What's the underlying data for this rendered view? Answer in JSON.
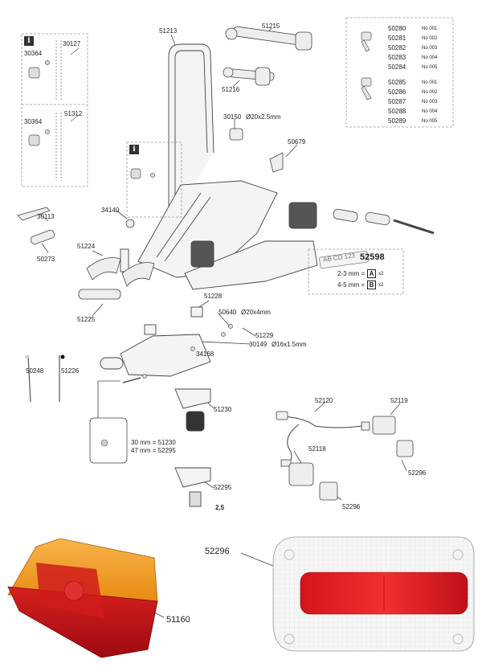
{
  "top_parts": {
    "p51213": "51213",
    "p51215": "51215",
    "p51216": "51216",
    "p30150": "30150",
    "p30150_size": "Ø20x2.5mm",
    "p50679": "50679",
    "p30127": "30127",
    "p30364a": "30364",
    "p30364b": "30364",
    "p51312": "51312",
    "p30113": "30113",
    "p50273": "50273",
    "p34140": "34140",
    "p51224": "51224",
    "p51225": "51225",
    "p51228": "51228",
    "p50640": "50640",
    "p50640_size": "Ø20x4mm",
    "p51229": "51229",
    "p30149": "30149",
    "p30149_size": "Ø16x1.5mm",
    "p34168": "34168",
    "p50248": "50248",
    "p51226": "51226",
    "p51230": "51230",
    "p52295": "52295",
    "p52120": "52120",
    "p52119": "52119",
    "p52118": "52118",
    "p52296a": "52296",
    "p52296b": "52296",
    "torque": "2,5",
    "height_a": "30 mm = 51230",
    "height_b": "47 mm = 52295"
  },
  "info_icon": "i",
  "screws_list": [
    {
      "num": "50280",
      "size": "No 001"
    },
    {
      "num": "50281",
      "size": "No 002"
    },
    {
      "num": "50282",
      "size": "No 003"
    },
    {
      "num": "50283",
      "size": "No 004"
    },
    {
      "num": "50284",
      "size": "No 005"
    }
  ],
  "screws_list2": [
    {
      "num": "50285",
      "size": "No 001"
    },
    {
      "num": "50286",
      "size": "No 002"
    },
    {
      "num": "50287",
      "size": "No 003"
    },
    {
      "num": "50288",
      "size": "No 004"
    },
    {
      "num": "50289",
      "size": "No 005"
    }
  ],
  "plate": {
    "title": "52598",
    "plate_text": "AB CD 123",
    "row1_label": "2-3 mm =",
    "row1_letter": "A",
    "row1_qty": "x2",
    "row2_label": "4-5 mm =",
    "row2_letter": "B",
    "row2_qty": "x2"
  },
  "bottom": {
    "lamp_left_label": "51160",
    "lamp_right_label": "52296"
  },
  "colors": {
    "lamp_red": "#c2121a",
    "lamp_orange": "#f5a020",
    "line": "#444444"
  }
}
